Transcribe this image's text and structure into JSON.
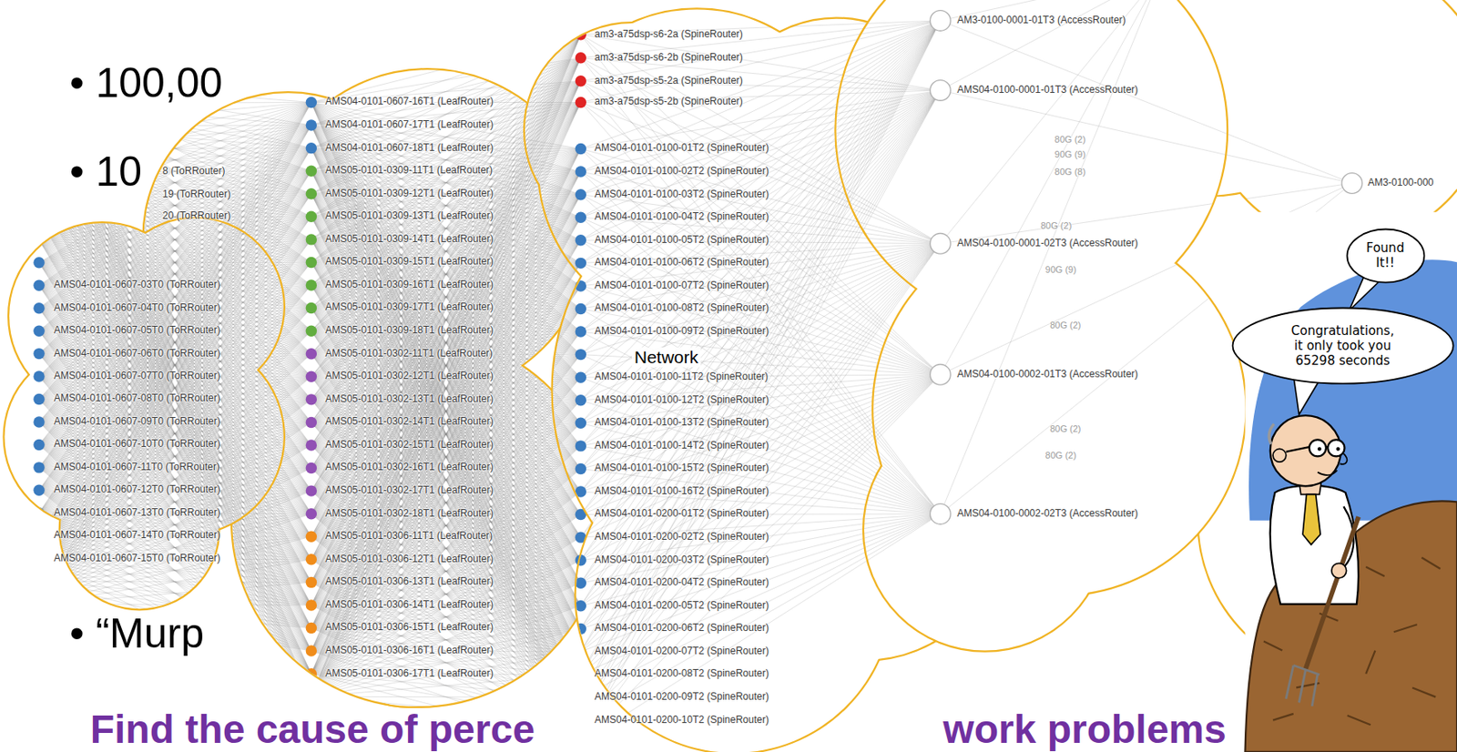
{
  "diagram": {
    "nodes": [
      {
        "text": [
          "Network"
        ]
      },
      {
        "text": [
          "Found It!!"
        ]
      },
      {
        "text": [
          "Congratulations, it only took you 65298 seconds"
        ]
      }
    ],
    "labels": [
      "• 100,00",
      "• 10",
      "• “Murp",
      "Find the cause of perce",
      "work problems",
      "8 (ToRRouter)",
      "19 (ToRRouter)",
      "20 (ToRRouter)",
      "AMS04-0101-0607-03T0 (ToRRouter)",
      "AMS04-0101-0607-04T0 (ToRRouter)",
      "AMS04-0101-0607-05T0 (ToRRouter)",
      "AMS04-0101-0607-06T0 (ToRRouter)",
      "AMS04-0101-0607-07T0 (ToRRouter)",
      "AMS04-0101-0607-08T0 (ToRRouter)",
      "AMS04-0101-0607-09T0 (ToRRouter)",
      "AMS04-0101-0607-10T0 (ToRRouter)",
      "AMS04-0101-0607-11T0 (ToRRouter)",
      "AMS04-0101-0607-12T0 (ToRRouter)",
      "AMS04-0101-0607-13T0 (ToRRouter)",
      "AMS04-0101-0607-14T0 (ToRRouter)",
      "AMS04-0101-0607-15T0 (ToRRouter)",
      "AMS04-0101-0607-16T1 (LeafRouter)",
      "AMS04-0101-0607-17T1 (LeafRouter)",
      "AMS04-0101-0607-18T1 (LeafRouter)",
      "AMS05-0101-0309-11T1 (LeafRouter)",
      "AMS05-0101-0309-12T1 (LeafRouter)",
      "AMS05-0101-0309-13T1 (LeafRouter)",
      "AMS05-0101-0309-14T1 (LeafRouter)",
      "AMS05-0101-0309-15T1 (LeafRouter)",
      "AMS05-0101-0309-16T1 (LeafRouter)",
      "AMS05-0101-0309-17T1 (LeafRouter)",
      "AMS05-0101-0309-18T1 (LeafRouter)",
      "AMS05-0101-0302-11T1 (LeafRouter)",
      "AMS05-0101-0302-12T1 (LeafRouter)",
      "AMS05-0101-0302-13T1 (LeafRouter)",
      "AMS05-0101-0302-14T1 (LeafRouter)",
      "AMS05-0101-0302-15T1 (LeafRouter)",
      "AMS05-0101-0302-16T1 (LeafRouter)",
      "AMS05-0101-0302-17T1 (LeafRouter)",
      "AMS05-0101-0302-18T1 (LeafRouter)",
      "AMS05-0101-0306-11T1 (LeafRouter)",
      "AMS05-0101-0306-12T1 (LeafRouter)",
      "AMS05-0101-0306-13T1 (LeafRouter)",
      "AMS05-0101-0306-14T1 (LeafRouter)",
      "AMS05-0101-0306-15T1 (LeafRouter)",
      "AMS05-0101-0306-16T1 (LeafRouter)",
      "AMS05-0101-0306-17T1 (LeafRouter)",
      "am3-a75dsp-s6-2a (SpineRouter)",
      "am3-a75dsp-s6-2b (SpineRouter)",
      "am3-a75dsp-s5-2a (SpineRouter)",
      "am3-a75dsp-s5-2b (SpineRouter)",
      "AMS04-0101-0100-01T2 (SpineRouter)",
      "AMS04-0101-0100-02T2 (SpineRouter)",
      "AMS04-0101-0100-03T2 (SpineRouter)",
      "AMS04-0101-0100-04T2 (SpineRouter)",
      "AMS04-0101-0100-05T2 (SpineRouter)",
      "AMS04-0101-0100-06T2 (SpineRouter)",
      "AMS04-0101-0100-07T2 (SpineRouter)",
      "AMS04-0101-0100-08T2 (SpineRouter)",
      "AMS04-0101-0100-09T2 (SpineRouter)",
      "AMS04-0101-0100-11T2 (SpineRouter)",
      "AMS04-0101-0100-12T2 (SpineRouter)",
      "AMS04-0101-0100-13T2 (SpineRouter)",
      "AMS04-0101-0100-14T2 (SpineRouter)",
      "AMS04-0101-0100-15T2 (SpineRouter)",
      "AMS04-0101-0100-16T2 (SpineRouter)",
      "AMS04-0101-0200-01T2 (SpineRouter)",
      "AMS04-0101-0200-02T2 (SpineRouter)",
      "AMS04-0101-0200-03T2 (SpineRouter)",
      "AMS04-0101-0200-04T2 (SpineRouter)",
      "AMS04-0101-0200-05T2 (SpineRouter)",
      "AMS04-0101-0200-06T2 (SpineRouter)",
      "AMS04-0101-0200-07T2 (SpineRouter)",
      "AMS04-0101-0200-08T2 (SpineRouter)",
      "AMS04-0101-0200-09T2 (SpineRouter)",
      "AMS04-0101-0200-10T2 (SpineRouter)",
      "AM3-0100-0001-01T3 (AccessRouter)",
      "AMS04-0100-0001-01T3 (AccessRouter)",
      "AMS04-0100-0001-02T3 (AccessRouter)",
      "AMS04-0100-0002-01T3 (AccessRouter)",
      "AMS04-0100-0002-02T3 (AccessRouter)",
      "AM3-0100-000",
      "80G (2)",
      "90G (9)",
      "80G (8)",
      "80G (2)",
      "90G (9)",
      "80G (2)",
      "80G (2)",
      "80G (2)"
    ]
  }
}
